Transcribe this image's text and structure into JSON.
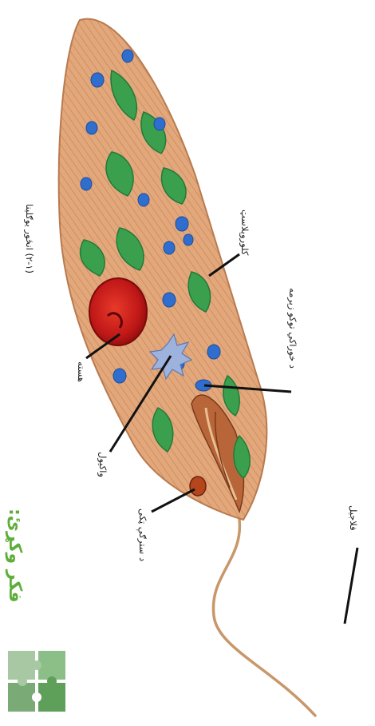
{
  "figure": {
    "caption": "(۲-۱) انځور یوګلینا",
    "labels": {
      "flagellum": "فلاجیل",
      "chloroplast": "کلوروپلاسټ",
      "food_storage": "د خوراکي توکو زېرمه",
      "vacuole": "واکیول",
      "eyespot": "د سترګې ټکی",
      "nucleus": "هسته"
    }
  },
  "sidebar": {
    "think_label": "فکر وکړئ:",
    "puzzle_icon": "puzzle-icon"
  },
  "colors": {
    "cell_body": "#dea074",
    "chloroplast": "#3aa04e",
    "granule": "#2f6ecf",
    "nucleus": "#c81c1c",
    "vacuole": "#8fa8d8",
    "eyespot": "#b5451b",
    "accent_green": "#5fae3c"
  }
}
